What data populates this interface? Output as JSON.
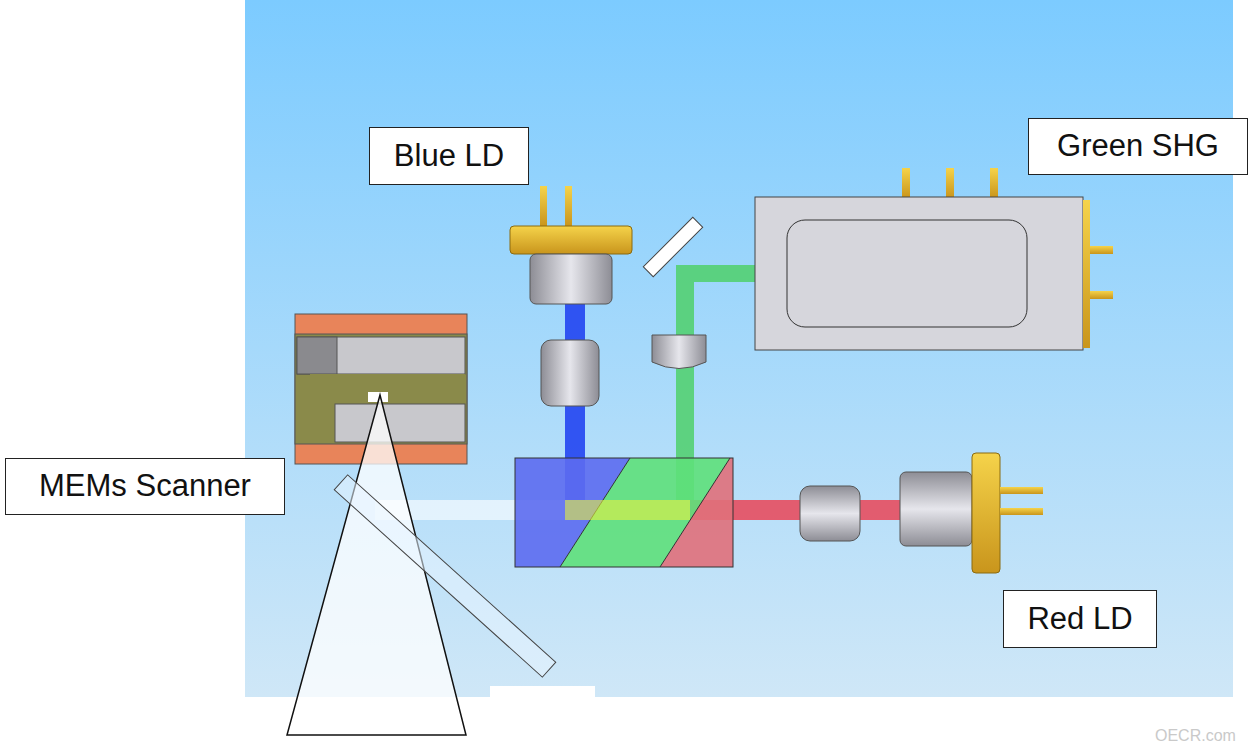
{
  "diagram": {
    "nodes": [
      {
        "text": [
          "Blue LD"
        ]
      },
      {
        "text": [
          "Green SHG"
        ]
      },
      {
        "text": [
          "MEMs Scanner"
        ]
      },
      {
        "text": [
          "Red LD"
        ]
      }
    ],
    "labels": [
      "OECR.com"
    ]
  }
}
